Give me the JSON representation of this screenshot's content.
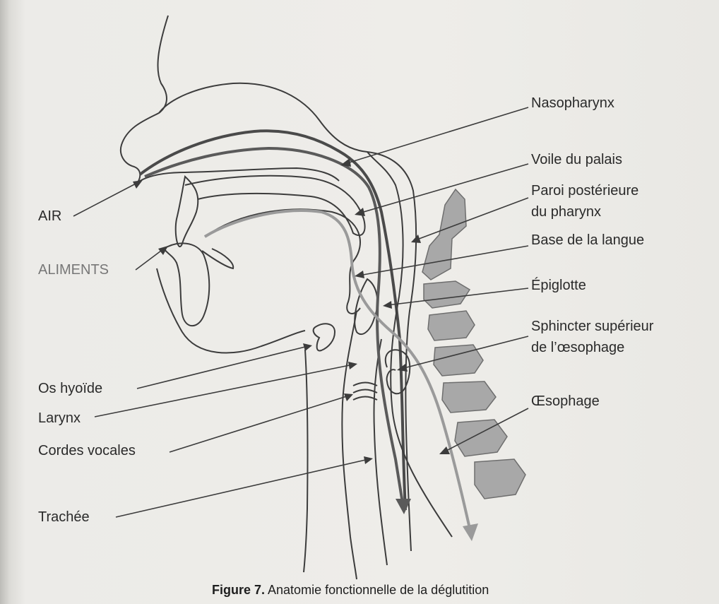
{
  "labels": {
    "nasopharynx": "Nasopharynx",
    "voile": "Voile du palais",
    "paroi_1": "Paroi postérieure",
    "paroi_2": "du pharynx",
    "base_langue": "Base de la langue",
    "epiglotte": "Épiglotte",
    "sphincter_1": "Sphincter supérieur",
    "sphincter_2": "de l’œsophage",
    "oesophage": "Œsophage",
    "air": "AIR",
    "aliments": "ALIMENTS",
    "os_hyoide": "Os hyoïde",
    "larynx": "Larynx",
    "cordes": "Cordes vocales",
    "trachee": "Trachée"
  },
  "caption": {
    "figure": "Figure 7.",
    "title": "Anatomie fonctionnelle de la déglutition"
  },
  "colors": {
    "air_flow": "#5a5a5a",
    "food_flow": "#9a9a9a",
    "vertebra": "#a8a8a8",
    "outline": "#3c3c3c"
  }
}
